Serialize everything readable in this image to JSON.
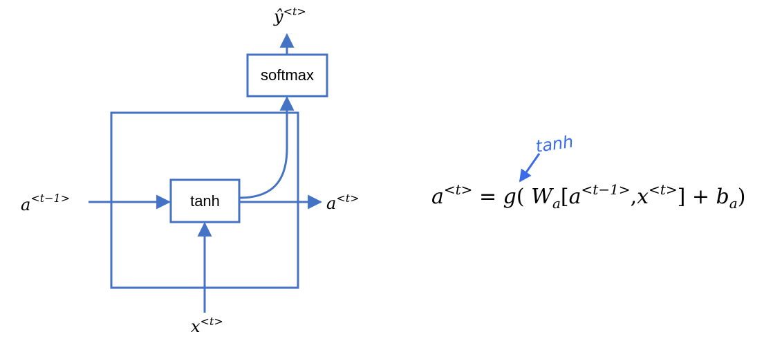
{
  "colors": {
    "line": "#4472C4",
    "annotation": "#3A6BE8",
    "text": "#000000"
  },
  "diagram": {
    "boxes": {
      "softmax": "softmax",
      "tanh": "tanh"
    },
    "labels": {
      "y_hat": "ŷ",
      "y_hat_sup": "<t>",
      "a_prev": "a",
      "a_prev_sup": "<t−1>",
      "a_out": "a",
      "a_out_sup": "<t>",
      "x_in": "x",
      "x_in_sup": "<t>"
    }
  },
  "equation": {
    "lhs": "a",
    "lhs_sup": "<t>",
    "equals": " = ",
    "g": "g",
    "open": "( ",
    "W": "W",
    "W_sub": "a",
    "bracket_open": "[",
    "a_term": "a",
    "a_term_sup": "<t−1>",
    "comma": ",",
    "x_term": "x",
    "x_term_sup": "<t>",
    "bracket_close": "] + ",
    "b": "b",
    "b_sub": "a",
    "close": ")"
  },
  "annotation": {
    "text": "tanh"
  }
}
